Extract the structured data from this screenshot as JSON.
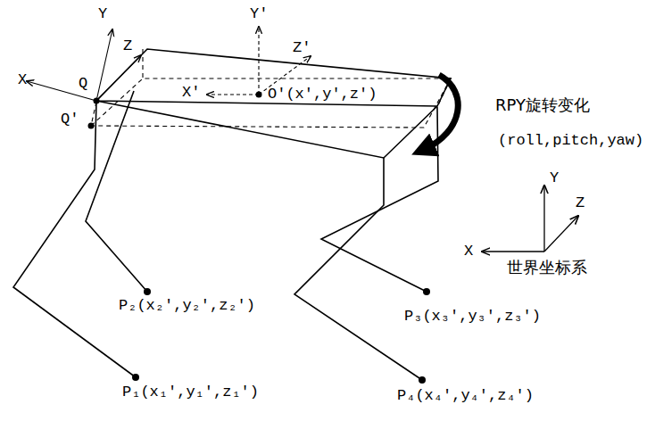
{
  "diagram": {
    "labels": [
      "Y",
      "Z",
      "X",
      "Q",
      "Q'",
      "Y'",
      "Z'",
      "X'",
      "O'(x',y',z')",
      "RPY旋转变化",
      "(roll,pitch,yaw)",
      "Y",
      "Z",
      "X",
      "世界坐标系",
      "P₂(x₂',y₂',z₂')",
      "P₃(x₃',y₃',z₃')",
      "P₁(x₁',y₁',z₁')",
      "P₄(x₄',y₄',z₄')"
    ]
  }
}
